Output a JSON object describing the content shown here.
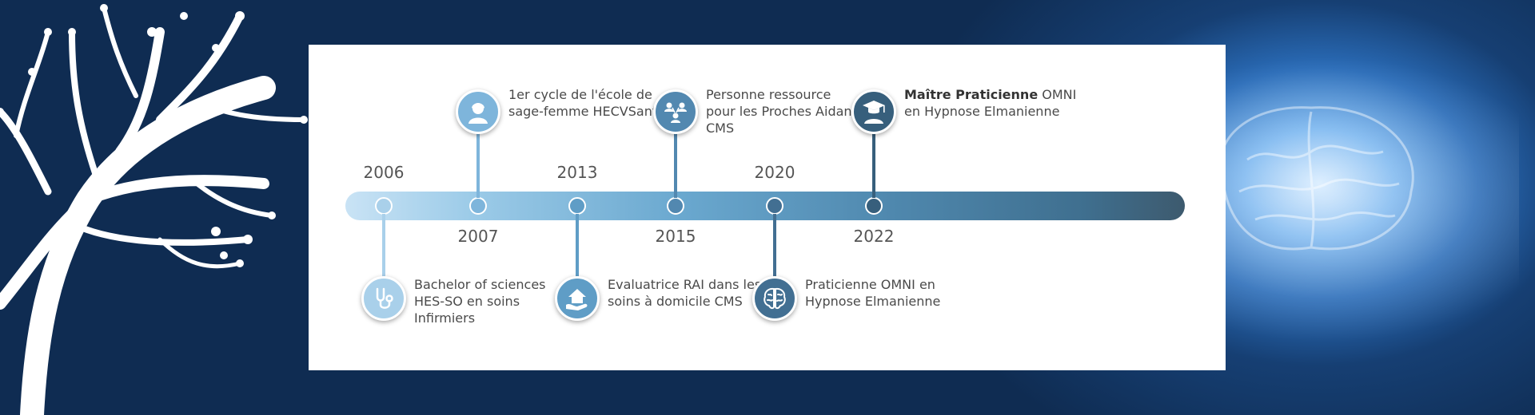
{
  "timeline": {
    "events": [
      {
        "year": "2006",
        "text_lines": [
          "Bachelor of sciences",
          "HES-SO en soins",
          "Infirmiers"
        ],
        "icon": "stethoscope-icon",
        "position": "below",
        "color": "#a9d0ea"
      },
      {
        "year": "2007",
        "text_lines": [
          "1er cycle de l'école de",
          "sage-femme HECVSanté"
        ],
        "icon": "midwife-icon",
        "position": "above",
        "color": "#7eb5db"
      },
      {
        "year": "2013",
        "text_lines": [
          "Evaluatrice RAI dans les",
          "soins à domicile CMS"
        ],
        "icon": "home-care-icon",
        "position": "below",
        "color": "#5f9dc6"
      },
      {
        "year": "2015",
        "text_lines": [
          "Personne ressource",
          "pour les Proches Aidants",
          "CMS"
        ],
        "icon": "network-people-icon",
        "position": "above",
        "color": "#5288b0"
      },
      {
        "year": "2020",
        "text_lines": [
          "Praticienne OMNI en",
          "Hypnose Elmanienne"
        ],
        "icon": "brain-icon",
        "position": "below",
        "color": "#426f92"
      },
      {
        "year": "2022",
        "text_lines_bold": "Maître Praticienne",
        "text_lines": [
          " OMNI",
          "en Hypnose Elmanienne"
        ],
        "icon": "graduate-icon",
        "position": "above",
        "color": "#375f7c"
      }
    ]
  }
}
